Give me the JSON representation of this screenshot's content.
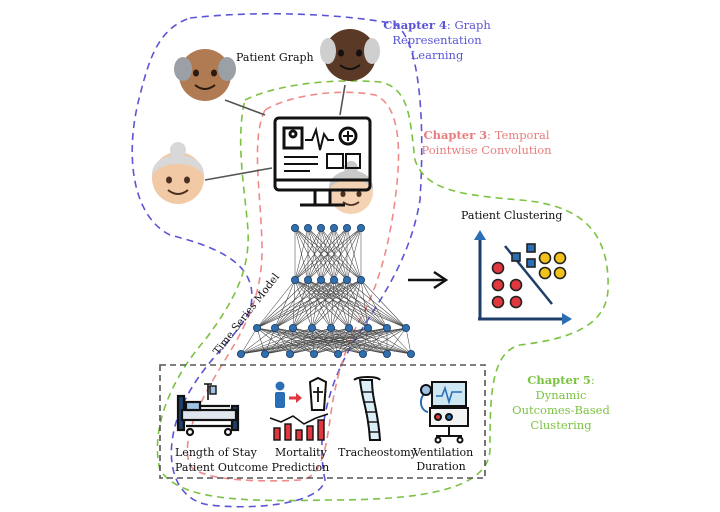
{
  "labels": {
    "patient_graph": "Patient Graph",
    "patient_clustering": "Patient Clustering",
    "time_series_model": "Time Series Model",
    "length_of_stay": "Length of Stay",
    "mortality": "Mortality",
    "tracheostomy": "Tracheostomy",
    "ventilation_line1": "Ventilation",
    "ventilation_line2": "Duration",
    "outcome_prediction": "Patient Outcome Prediction"
  },
  "chapters": {
    "ch4": {
      "bold": "Chapter 4",
      "line1": ": Graph",
      "line2": "Representation",
      "line3": "Learning",
      "color": "#5b55d6"
    },
    "ch3": {
      "bold": "Chapter 3",
      "line1": ": Temporal",
      "line2": "Pointwise Convolution",
      "color": "#e87d7d"
    },
    "ch5": {
      "bold": "Chapter 5",
      "line1": ": Dynamic",
      "line2": "Outcomes-Based",
      "line3": "Clustering",
      "color": "#7cc242"
    }
  },
  "colors": {
    "chapter4_boundary": "#5b55d6",
    "chapter3_boundary": "#f08a8a",
    "chapter5_boundary": "#7cc242",
    "network_node": "#2f6fb0",
    "cluster_red": "#e0383e",
    "cluster_yellow": "#f2c21b",
    "cluster_blue": "#2a6fb5",
    "box_border": "#555555"
  }
}
